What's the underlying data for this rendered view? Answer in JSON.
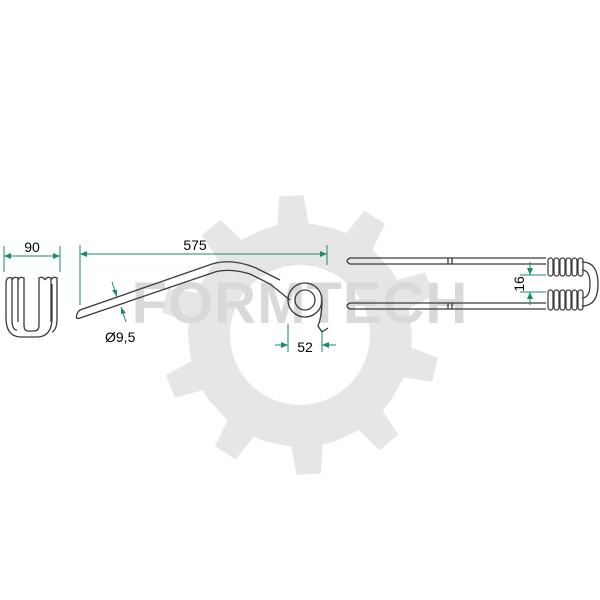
{
  "watermark": {
    "text": "FORMTECH",
    "gear_color": "#e6e6e6",
    "text_color": "#d9d9d9"
  },
  "dimensions": {
    "spring_width": "90",
    "tine_length": "575",
    "wire_diameter": "Ø9,5",
    "coil_diameter": "52",
    "coil_gap": "16"
  },
  "colors": {
    "outline": "#3a3a3a",
    "dimension_line": "#1a8a6a",
    "label_text": "#000000"
  }
}
